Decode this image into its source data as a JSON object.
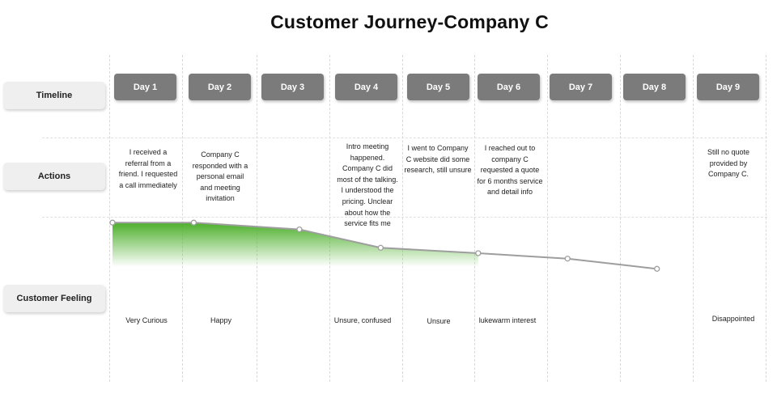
{
  "title": "Customer Journey-Company C",
  "rows": {
    "timeline": "Timeline",
    "actions": "Actions",
    "feeling": "Customer Feeling"
  },
  "days": [
    "Day 1",
    "Day 2",
    "Day 3",
    "Day 4",
    "Day 5",
    "Day 6",
    "Day 7",
    "Day 8",
    "Day 9"
  ],
  "actions": [
    "I received a\nreferral from a\nfriend. I requested\na call immediately",
    "Company C\nresponded with a\npersonal email\nand meeting\ninvitation",
    "",
    "Intro meeting\nhappened.\nCompany C did\nmost of the talking.\nI understood the\npricing. Unclear\nabout how the\nservice fits me",
    "I went to Company\nC website did some\nresearch, still unsure",
    "I reached out to\ncompany C\nrequested a quote\nfor 6 months service\nand detail info",
    "",
    "",
    "Still no quote\nprovided by\nCompany C."
  ],
  "feelings": [
    "Very Curious",
    "Happy",
    "",
    "Unsure, confused",
    "Unsure",
    "lukewarm interest",
    "",
    "",
    "Disappointed"
  ],
  "feeling_curve": {
    "point_days": [
      1,
      2,
      3.3,
      4.3,
      5.5,
      6.6,
      7.7
    ],
    "levels": [
      0.95,
      0.95,
      0.85,
      0.58,
      0.5,
      0.42,
      0.27
    ],
    "colors": {
      "line": "#9e9e9e",
      "fill_top": "#4caf2a",
      "point": "#ffffff"
    }
  }
}
